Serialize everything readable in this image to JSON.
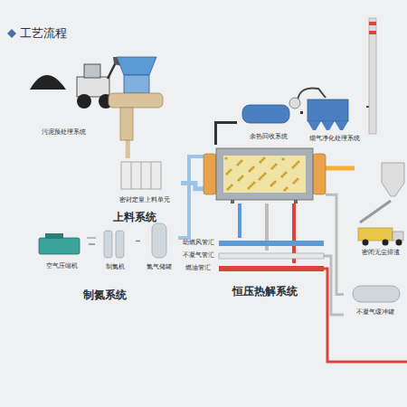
{
  "diagram": {
    "title": "工艺流程",
    "nodes": [
      {
        "text": [
          "污泥预处理系统"
        ]
      },
      {
        "text": [
          "密封定量上料单元"
        ]
      },
      {
        "text": [
          "余热回收系统"
        ]
      },
      {
        "text": [
          "烟气净化处理系统"
        ]
      },
      {
        "text": [
          "恒压热解系统"
        ]
      },
      {
        "text": [
          "空气压缩机"
        ]
      },
      {
        "text": [
          "制氮机"
        ]
      },
      {
        "text": [
          "氮气储罐"
        ]
      },
      {
        "text": [
          "助燃风管汇"
        ]
      },
      {
        "text": [
          "不凝气管汇"
        ]
      },
      {
        "text": [
          "燃油管汇"
        ]
      },
      {
        "text": [
          "密闭无尘排渣"
        ]
      },
      {
        "text": [
          "不凝气缓冲罐"
        ]
      }
    ],
    "edges": [
      {
        "from": 0,
        "to": 1,
        "arrow": "none"
      },
      {
        "from": 1,
        "to": 4,
        "arrow": "none"
      },
      {
        "from": 7,
        "to": 4,
        "arrow": "none"
      },
      {
        "from": 4,
        "to": 2,
        "arrow": "none"
      },
      {
        "from": 2,
        "to": 3,
        "arrow": "none"
      },
      {
        "from": 5,
        "to": 6,
        "arrow": "none"
      },
      {
        "from": 6,
        "to": 7,
        "arrow": "none"
      },
      {
        "from": 8,
        "to": 4,
        "arrow": "none"
      },
      {
        "from": 9,
        "to": 4,
        "arrow": "none"
      },
      {
        "from": 10,
        "to": 4,
        "arrow": "none"
      },
      {
        "from": 4,
        "to": 11,
        "arrow": "none"
      },
      {
        "from": 4,
        "to": 12,
        "arrow": "none"
      },
      {
        "from": 12,
        "to": 9,
        "arrow": "none"
      }
    ],
    "labels": [
      "上料系统",
      "制氮系统"
    ]
  }
}
